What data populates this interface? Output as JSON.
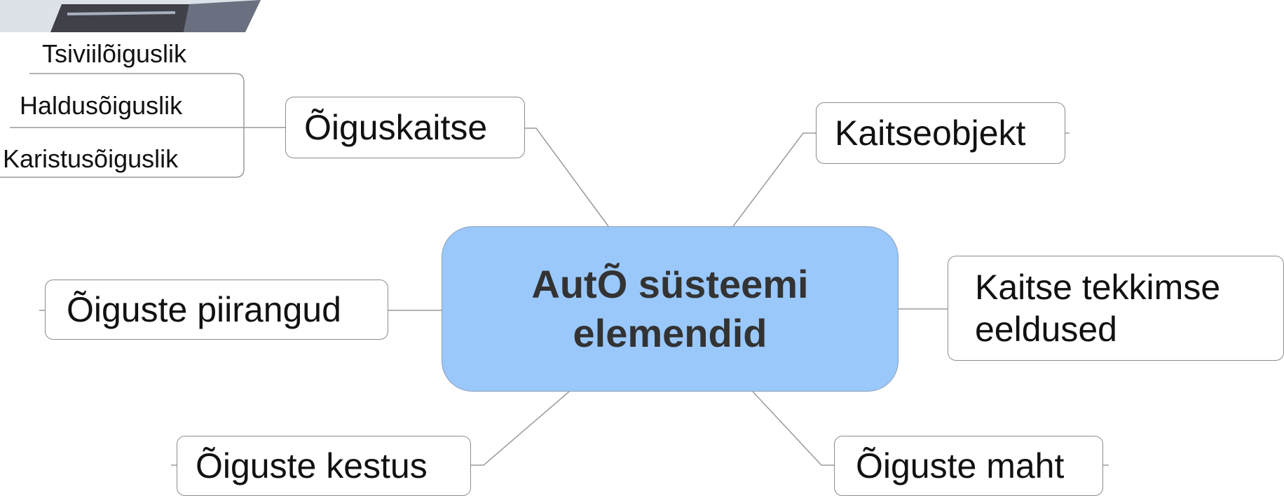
{
  "central_node": {
    "line1": "AutÕ süsteemi",
    "line2": "elemendid"
  },
  "nodes": {
    "oiguskaitse": "Õiguskaitse",
    "kaitseobjekt": "Kaitseobjekt",
    "kaitse_tekkimise_line1": "Kaitse tekkimse",
    "kaitse_tekkimise_line2": "eeldused",
    "oiguste_piirangud": "Õiguste piirangud",
    "oiguste_kestus": "Õiguste kestus",
    "oiguste_maht": "Õiguste maht"
  },
  "oiguskaitse_subnodes": [
    "Tsiviilõiguslik",
    "Haldusõiguslik",
    "Karistusõiguslik"
  ],
  "colors": {
    "central_fill": "#9ac8fb",
    "central_text": "#333333",
    "node_border": "#8c8c8c",
    "connector": "#9a9a9a"
  }
}
